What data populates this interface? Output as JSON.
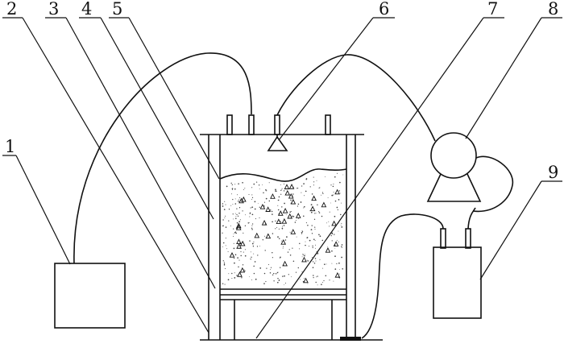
{
  "figure": {
    "labels": [
      {
        "id": "1",
        "text": "1"
      },
      {
        "id": "2",
        "text": "2"
      },
      {
        "id": "3",
        "text": "3"
      },
      {
        "id": "4",
        "text": "4"
      },
      {
        "id": "5",
        "text": "5"
      },
      {
        "id": "6",
        "text": "6"
      },
      {
        "id": "7",
        "text": "7"
      },
      {
        "id": "8",
        "text": "8"
      },
      {
        "id": "9",
        "text": "9"
      }
    ]
  },
  "colors": {
    "ink": "#111111",
    "background": "#ffffff"
  }
}
